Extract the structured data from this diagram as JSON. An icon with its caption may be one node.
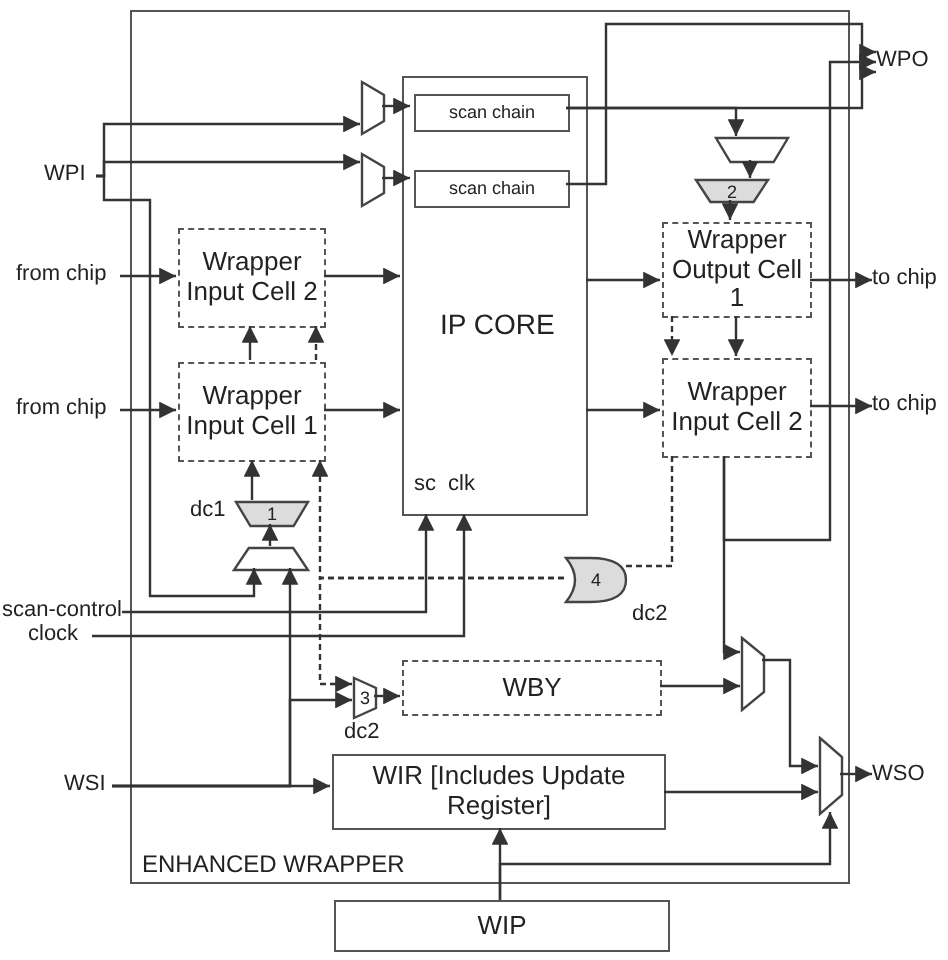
{
  "diagram": {
    "nodes": [
      {
        "text": [
          "ENHANCED WRAPPER"
        ]
      },
      {
        "text": [
          "WPO"
        ]
      },
      {
        "text": [],
        "shape": "trapezoid",
        "in": 0
      },
      {
        "text": [
          "IP CORE"
        ],
        "in": 0
      },
      {
        "text": [
          "scan chain"
        ],
        "in": 3
      },
      {
        "text": [],
        "shape": "trapezoid",
        "in": 0
      },
      {
        "text": [
          "scan chain"
        ],
        "in": 3
      },
      {
        "text": [],
        "shape": "trapezoid",
        "in": 0
      },
      {
        "text": [
          "WPI"
        ]
      },
      {
        "text": [
          "2"
        ],
        "in": 0
      },
      {
        "text": [
          "Wrapper Input Cell 2"
        ],
        "in": 0
      },
      {
        "text": [
          "Wrapper Output Cell 1"
        ],
        "in": 0
      },
      {
        "text": [
          "from chip"
        ]
      },
      {
        "text": [
          "to chip"
        ]
      },
      {
        "text": [
          "Wrapper Input Cell 1"
        ],
        "in": 0
      },
      {
        "text": [
          "Wrapper Input Cell 2"
        ],
        "in": 0
      },
      {
        "text": [
          "from chip"
        ]
      },
      {
        "text": [
          "to chip"
        ]
      },
      {
        "text": [
          "1"
        ],
        "beside": [
          "dc1"
        ],
        "in": 0
      },
      {
        "text": [],
        "shape": "trapezoid",
        "in": 0
      },
      {
        "text": [
          "4"
        ],
        "beside": [
          "dc2"
        ],
        "in": 0
      },
      {
        "text": [
          "scan-control"
        ]
      },
      {
        "text": [
          "clock"
        ]
      },
      {
        "text": [
          "3"
        ],
        "beside": [
          "dc2"
        ],
        "in": 0
      },
      {
        "text": [
          "WBY"
        ],
        "in": 0
      },
      {
        "text": [],
        "shape": "trapezoid",
        "in": 0
      },
      {
        "text": [
          "WSI"
        ]
      },
      {
        "text": [
          "WIR [Includes Update Register]"
        ],
        "in": 0
      },
      {
        "text": [],
        "shape": "trapezoid",
        "in": 0
      },
      {
        "text": [
          "WSO"
        ]
      },
      {
        "text": [
          "WIP"
        ]
      }
    ],
    "edges": [
      {
        "from": 12,
        "to": 10,
        "arrow": "to"
      },
      {
        "from": 16,
        "to": 14,
        "arrow": "to"
      },
      {
        "from": 10,
        "to": 3,
        "arrow": "to"
      },
      {
        "from": 14,
        "to": 3,
        "arrow": "to"
      },
      {
        "from": 14,
        "to": 10,
        "arrow": "to"
      },
      {
        "from": 18,
        "to": 14,
        "arrow": "to"
      },
      {
        "from": 19,
        "to": 18,
        "arrow": "to"
      },
      {
        "from": 3,
        "to": 11,
        "arrow": "to"
      },
      {
        "from": 3,
        "to": 15,
        "arrow": "to"
      },
      {
        "from": 11,
        "to": 13,
        "arrow": "to"
      },
      {
        "from": 15,
        "to": 17,
        "arrow": "to"
      },
      {
        "from": 11,
        "to": 15,
        "arrow": "to"
      },
      {
        "from": 9,
        "to": 11,
        "arrow": "to"
      },
      {
        "from": 7,
        "to": 9,
        "arrow": "to"
      },
      {
        "from": 2,
        "to": 4,
        "arrow": "to"
      },
      {
        "from": 5,
        "to": 6,
        "arrow": "to"
      },
      {
        "from": 4,
        "to": 1,
        "arrow": "to"
      },
      {
        "from": 6,
        "to": 1,
        "arrow": "to"
      },
      {
        "from": 15,
        "to": 1,
        "arrow": "to"
      },
      {
        "from": 8,
        "to": 2,
        "arrow": "to"
      },
      {
        "from": 8,
        "to": 5,
        "arrow": "to"
      },
      {
        "from": 21,
        "to": 3,
        "arrow": "to"
      },
      {
        "from": 22,
        "to": 3,
        "arrow": "to"
      },
      {
        "from": 26,
        "to": 27,
        "arrow": "to"
      },
      {
        "from": 26,
        "to": 23,
        "arrow": "to"
      },
      {
        "from": 26,
        "to": 19,
        "arrow": "to"
      },
      {
        "from": 23,
        "to": 24,
        "arrow": "to"
      },
      {
        "from": 24,
        "to": 25,
        "arrow": "to"
      },
      {
        "from": 15,
        "to": 25,
        "arrow": "to"
      },
      {
        "from": 25,
        "to": 28,
        "arrow": "to"
      },
      {
        "from": 27,
        "to": 28,
        "arrow": "to"
      },
      {
        "from": 30,
        "to": 27,
        "arrow": "to"
      },
      {
        "from": 30,
        "to": 28,
        "arrow": "to"
      },
      {
        "from": 20,
        "to": 14,
        "arrow": "to",
        "style": "dashed"
      },
      {
        "from": 20,
        "to": 23,
        "arrow": "to",
        "style": "dashed"
      },
      {
        "from": 14,
        "to": 10,
        "arrow": "to",
        "style": "dashed"
      },
      {
        "from": 11,
        "to": 15,
        "arrow": "to",
        "style": "dashed"
      },
      {
        "from": 15,
        "to": 20,
        "arrow": "none",
        "style": "dashed"
      },
      {
        "from": 4,
        "to": 7,
        "arrow": "to"
      },
      {
        "from": 8,
        "to": 19,
        "arrow": "to"
      },
      {
        "from": 28,
        "to": 29,
        "arrow": "to"
      }
    ],
    "labels": [
      "sc",
      "clk"
    ]
  }
}
